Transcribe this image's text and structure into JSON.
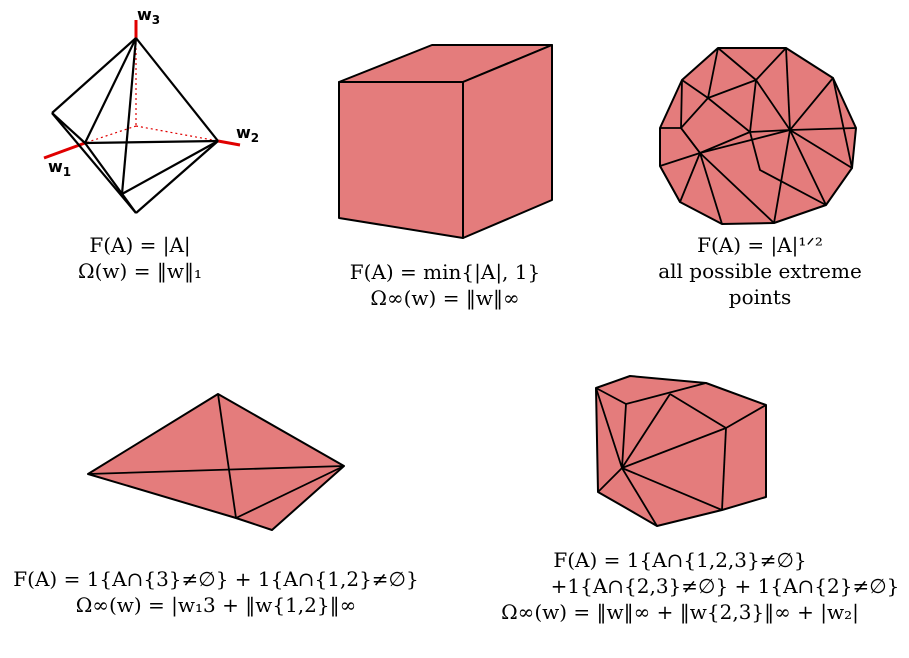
{
  "colors": {
    "face": "#e47c7c",
    "edge": "#000000",
    "axis": "#e00000",
    "hidden_edge": "#e00000"
  },
  "axes": {
    "w1": "w₁",
    "w2": "w₂",
    "w3": "w₃"
  },
  "captions": {
    "octahedron": {
      "line1": "F(A) = |A|",
      "line2": "Ω(w) = ‖w‖₁"
    },
    "cube": {
      "line1": "F(A) = min{|A|, 1}",
      "line2": "Ω∞(w) = ‖w‖∞"
    },
    "sphere": {
      "line1": "F(A) = |A|¹ᐟ²",
      "line2": "all possible extreme",
      "line3": "points"
    },
    "bipyramid": {
      "line1": "F(A) = 1{A∩{3}≠∅} + 1{A∩{1,2}≠∅}",
      "line2": "Ω∞(w) = |w₁3 + ‖w{1,2}‖∞"
    },
    "polytope": {
      "line1": "F(A) = 1{A∩{1,2,3}≠∅}",
      "line2": "+1{A∩{2,3}≠∅} + 1{A∩{2}≠∅}",
      "line3": "Ω∞(w) = ‖w‖∞ + ‖w{2,3}‖∞ + |w₂|"
    }
  }
}
